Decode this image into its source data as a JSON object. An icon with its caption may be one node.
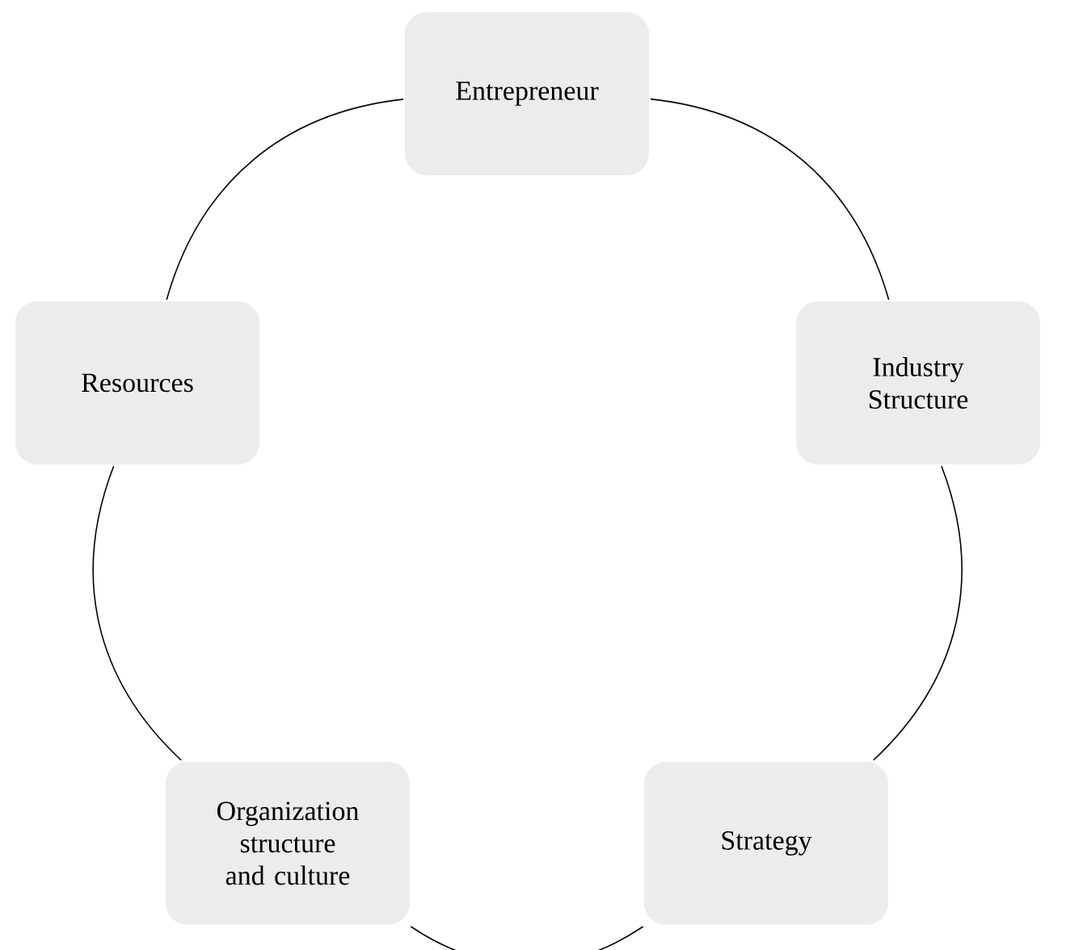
{
  "diagram": {
    "nodes": [
      {
        "text": [
          "Entrepreneur"
        ]
      },
      {
        "text": [
          "Industry Structure"
        ]
      },
      {
        "text": [
          "Strategy"
        ]
      },
      {
        "text": [
          "Organization structure and culture"
        ]
      },
      {
        "text": [
          "Resources"
        ]
      }
    ],
    "edges": [
      {
        "from": 0,
        "to": 1,
        "arrow": "none"
      },
      {
        "from": 1,
        "to": 2,
        "arrow": "none"
      },
      {
        "from": 2,
        "to": 3,
        "arrow": "none"
      },
      {
        "from": 3,
        "to": 4,
        "arrow": "none"
      },
      {
        "from": 4,
        "to": 0,
        "arrow": "none"
      }
    ]
  }
}
